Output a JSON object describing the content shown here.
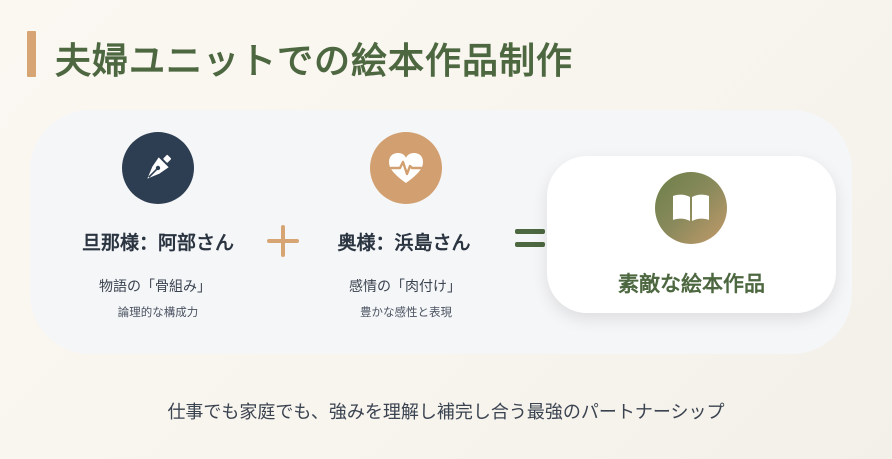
{
  "title": "夫婦ユニットでの絵本作品制作",
  "left_partner": {
    "name": "旦那様：阿部さん",
    "role": "物語の「骨組み」",
    "detail": "論理的な構成力",
    "icon": "pen-nib-icon"
  },
  "right_partner": {
    "name": "奥様：浜島さん",
    "role": "感情の「肉付け」",
    "detail": "豊かな感性と表現",
    "icon": "heartbeat-icon"
  },
  "result": {
    "label": "素敵な絵本作品",
    "icon": "open-book-icon"
  },
  "footer": "仕事でも家庭でも、強みを理解し補完し合う最強のパートナーシップ",
  "colors": {
    "accent_green": "#4d6840",
    "accent_tan": "#d7a574",
    "navy": "#2e3e52"
  }
}
